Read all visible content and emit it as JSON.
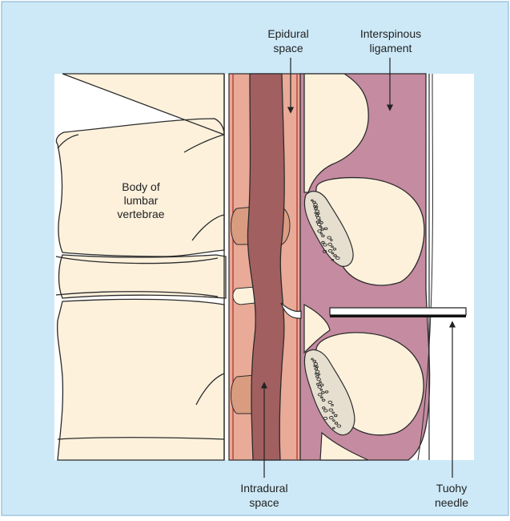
{
  "colors": {
    "panel_bg": "#cde9f8",
    "panel_border": "#9fc6de",
    "bone": "#fdf1dc",
    "cortical": "#e6dfcf",
    "ligament": "#c58ba0",
    "tissue": "#e9aa97",
    "dura": "#a25f60",
    "vein": "#d99c80",
    "outline": "#2b2b2b"
  },
  "labels": {
    "epidural": [
      "Epidural",
      "space"
    ],
    "interspinous": [
      "Interspinous",
      "ligament"
    ],
    "body": [
      "Body of",
      "lumbar",
      "vertebrae"
    ],
    "intradural": [
      "Intradural",
      "space"
    ],
    "tuohy": [
      "Tuohy",
      "needle"
    ]
  }
}
